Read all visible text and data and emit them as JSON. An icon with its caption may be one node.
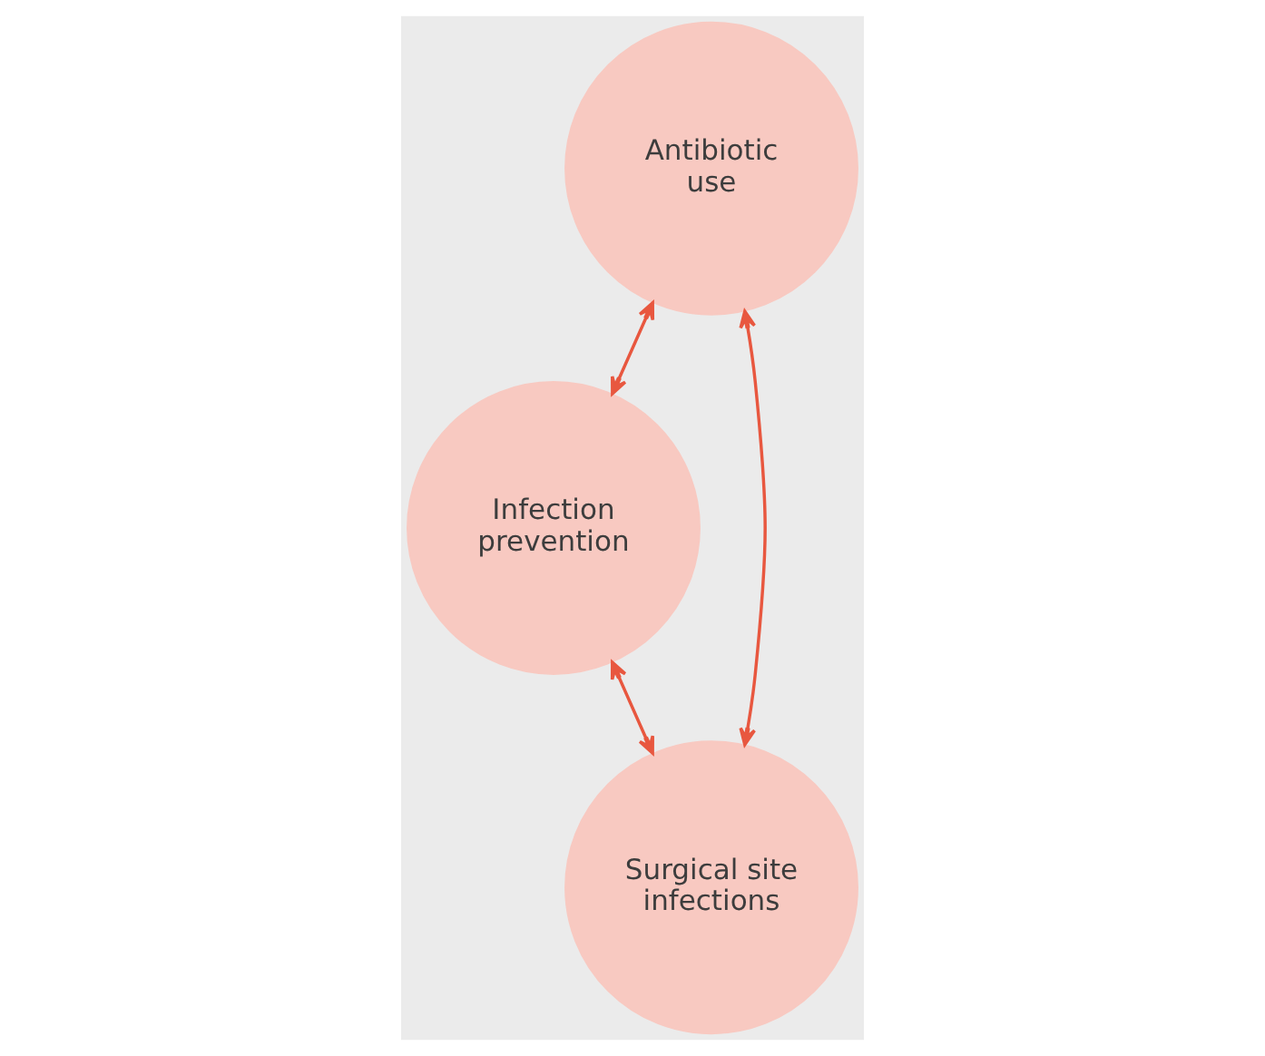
{
  "diagram": {
    "nodes": [
      {
        "text": [
          "Antibiotic use"
        ]
      },
      {
        "text": [
          "Infection prevention"
        ]
      },
      {
        "text": [
          "Surgical site infections"
        ]
      }
    ],
    "edges": [
      {
        "from": 0,
        "to": 1,
        "arrow": "both"
      },
      {
        "from": 0,
        "to": 2,
        "arrow": "both"
      },
      {
        "from": 1,
        "to": 2,
        "arrow": "both"
      }
    ]
  }
}
